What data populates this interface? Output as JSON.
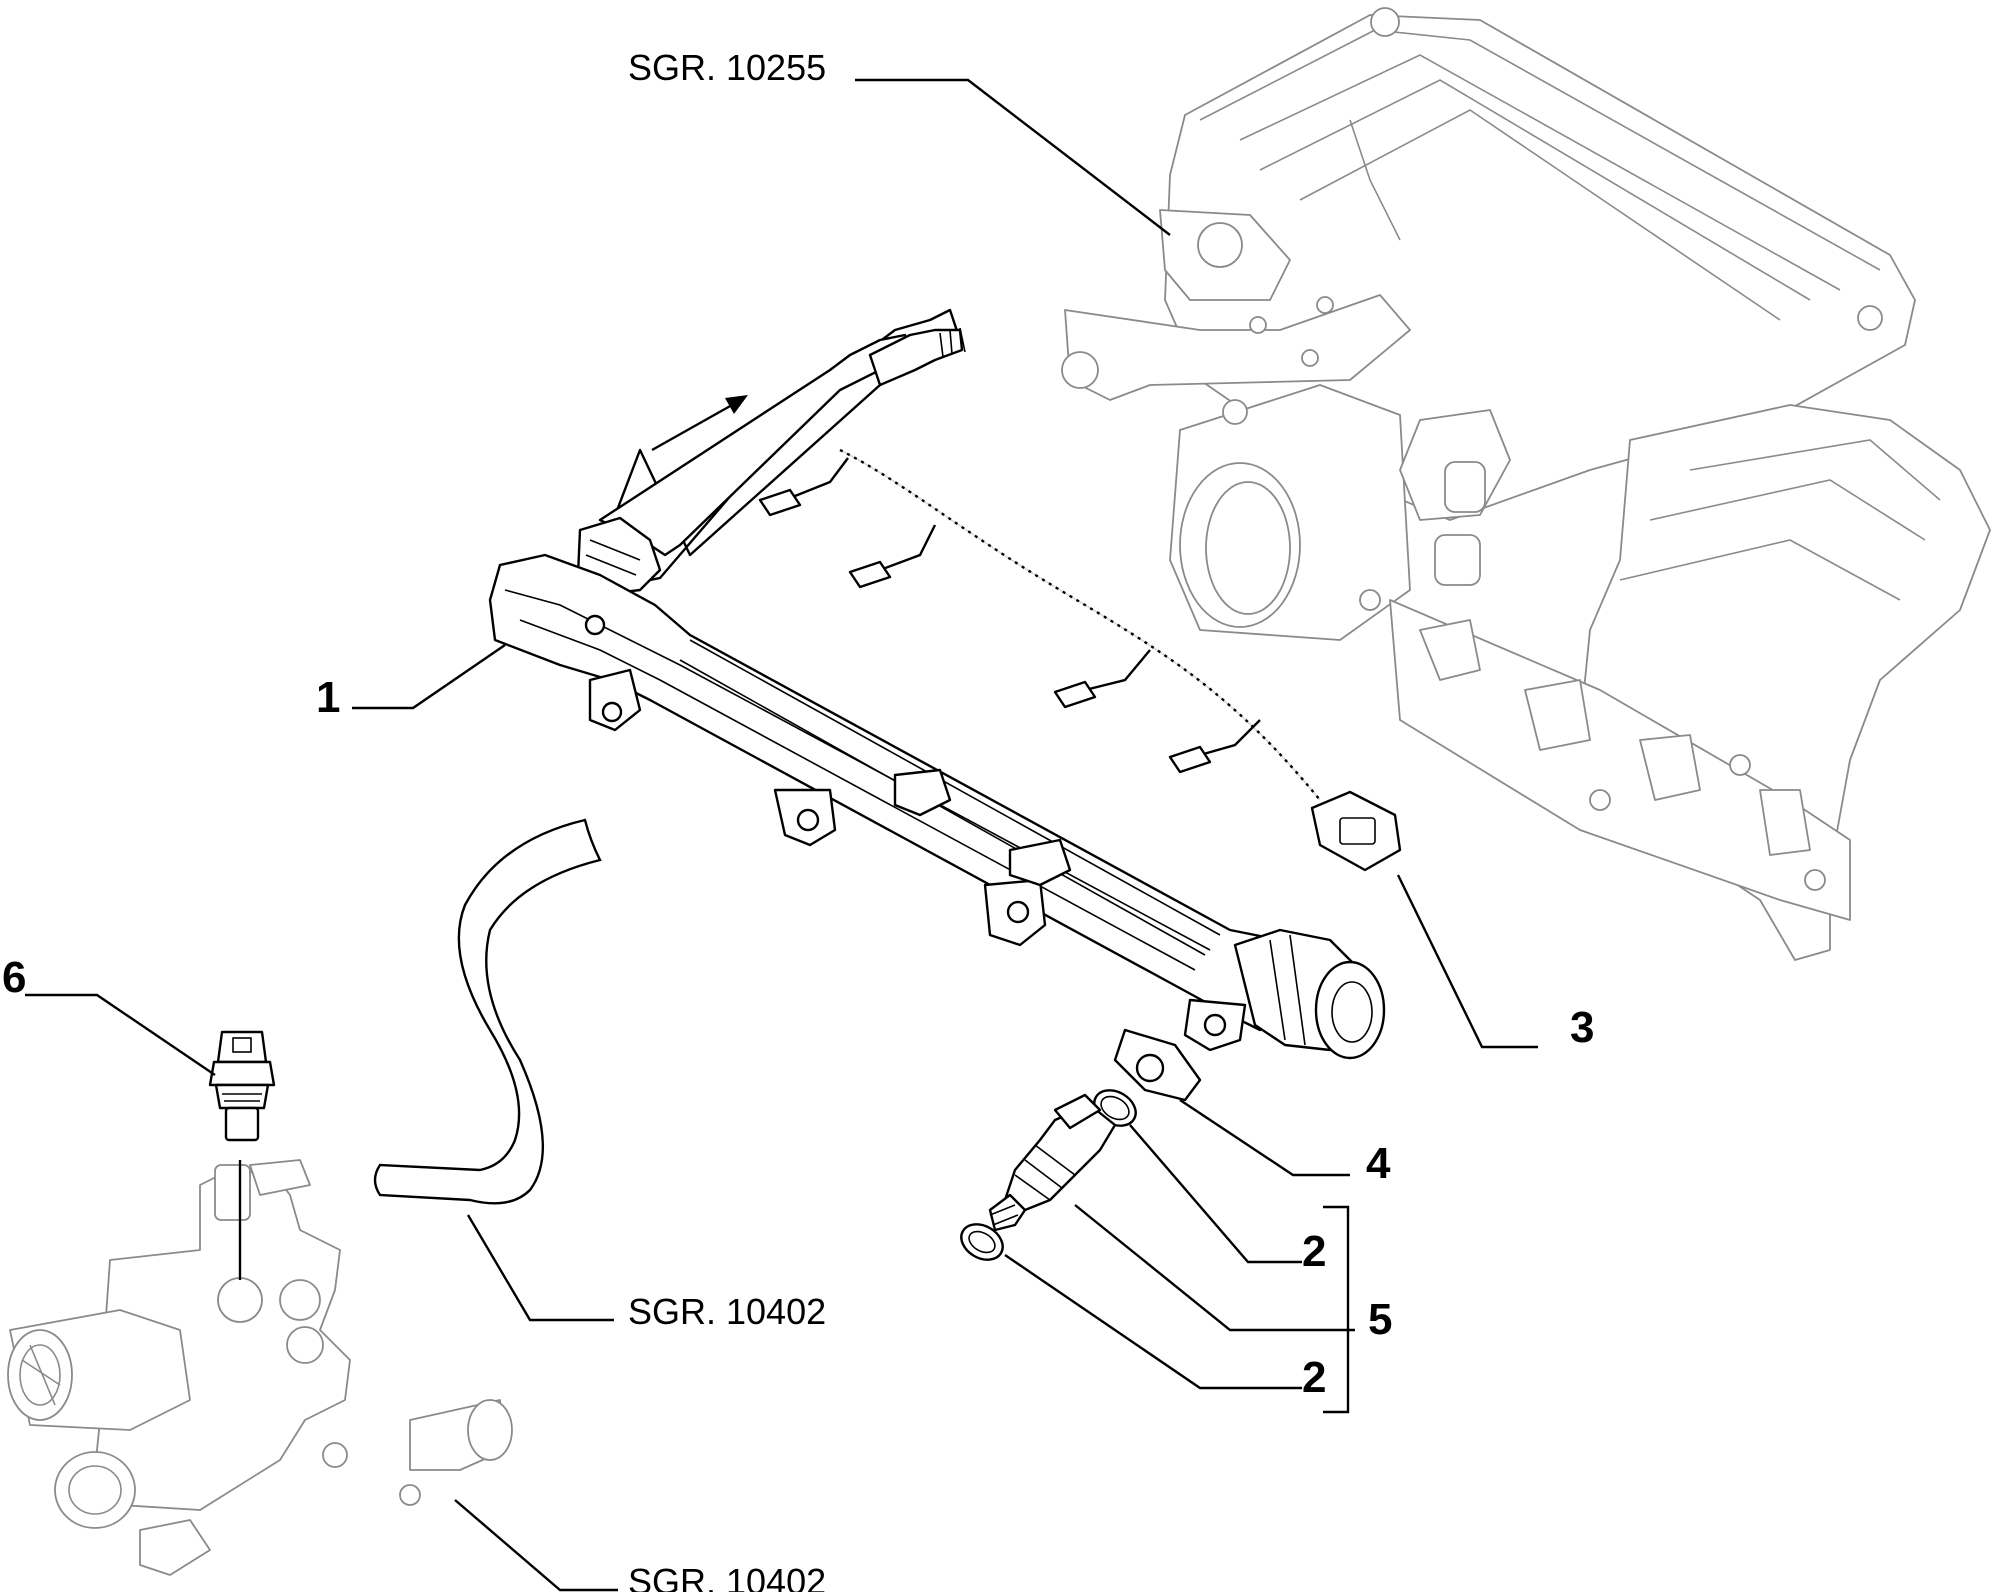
{
  "references": {
    "manifold": "SGR. 10255",
    "hose": "SGR. 10402",
    "housing": "SGR. 10402"
  },
  "callouts": {
    "fuel_rail": "1",
    "seal_upper": "2",
    "seal_lower": "2",
    "wiring_harness": "3",
    "spacer": "4",
    "injector_kit": "5",
    "temp_sensor": "6"
  }
}
